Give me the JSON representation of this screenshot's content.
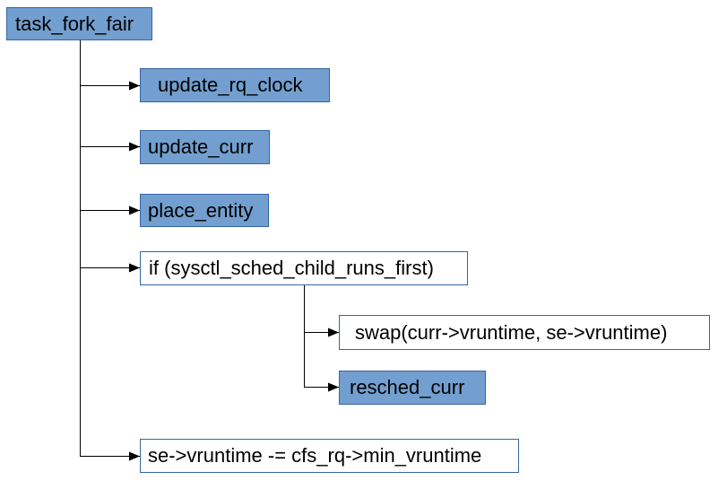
{
  "nodes": {
    "root": "task_fork_fair",
    "update_rq_clock": "update_rq_clock",
    "update_curr": "update_curr",
    "place_entity": "place_entity",
    "if_condition": "if (sysctl_sched_child_runs_first)",
    "swap": "swap(curr->vruntime, se->vruntime)",
    "resched_curr": "resched_curr",
    "vruntime_adjust": "se->vruntime -= cfs_rq->min_vruntime"
  },
  "colors": {
    "filled_box": "#729fcf",
    "outline_box": "#ffffff",
    "border": "#3465a4",
    "connector": "#000000"
  }
}
